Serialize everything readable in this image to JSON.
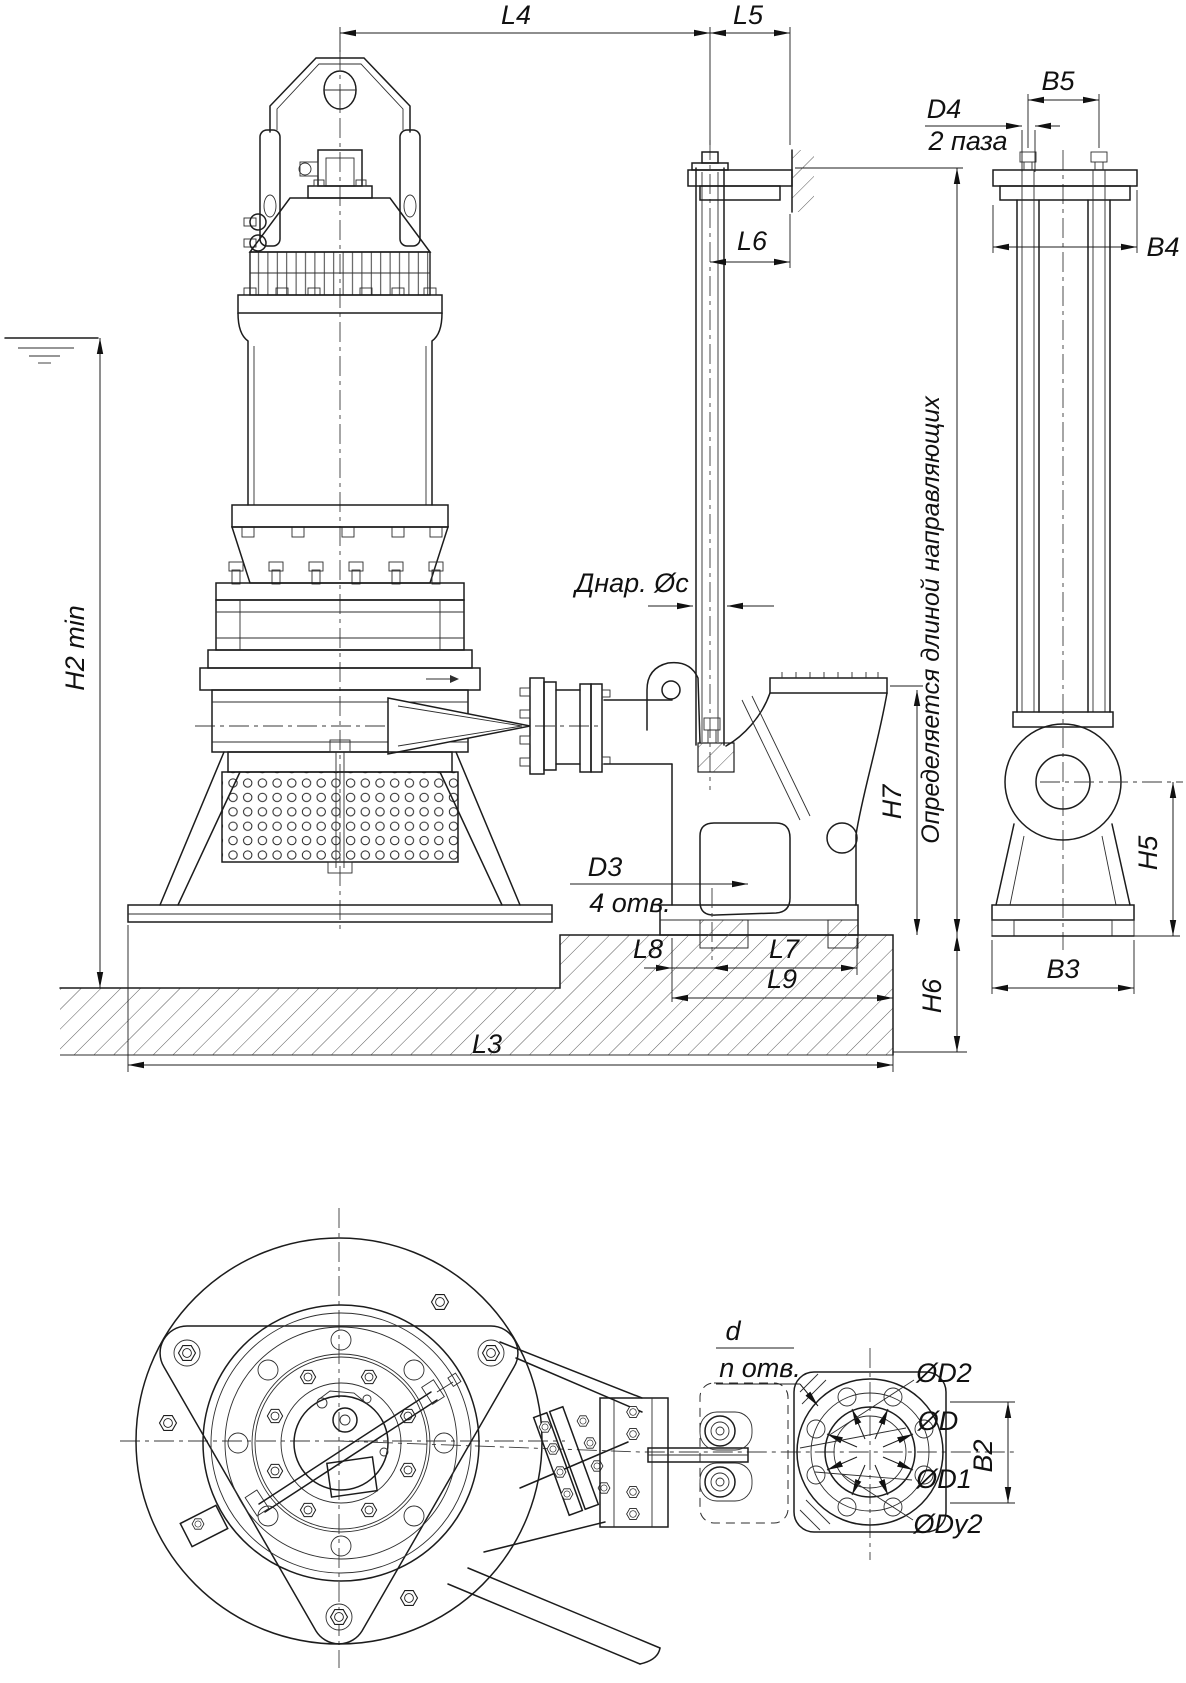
{
  "drawing": {
    "kind": "pump-installation-outline-drawing",
    "background": "#ffffff",
    "line_color": "#1c1c1c"
  },
  "main_view": {
    "dims": {
      "l4": "L4",
      "l5": "L5",
      "l6": "L6",
      "h2min": "H2 min",
      "dnar": "Днар. Øс",
      "guide_note": "Определяется длиной направляющих",
      "h7": "H7",
      "h6": "H6",
      "d3": "D3",
      "d3_note": "4 отв.",
      "l8": "L8",
      "l7": "L7",
      "l9": "L9",
      "l3": "L3"
    }
  },
  "rail_view": {
    "dims": {
      "b5": "B5",
      "d4": "D4",
      "d4_note": "2 паза",
      "b4": "B4",
      "h5": "H5",
      "b3": "B3"
    }
  },
  "top_view": {
    "dims": {
      "d": "d",
      "d_note": "n отв.",
      "dD2": "ØD2",
      "dD": "ØD",
      "dD1": "ØD1",
      "dDy2": "ØDy2",
      "b2": "B2"
    }
  }
}
